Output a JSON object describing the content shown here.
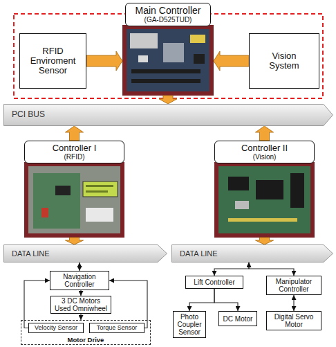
{
  "diagram": {
    "nodes": [
      {
        "text": [
          "Main Controller",
          "(GA-D525TUD)"
        ]
      },
      {
        "text": [
          "RFID Enviroment Sensor"
        ]
      },
      {
        "text": [
          "Vision System"
        ]
      },
      {
        "text": [
          "PCI BUS"
        ]
      },
      {
        "text": [
          "Controller I",
          "(RFID)"
        ]
      },
      {
        "text": [
          "Controller II",
          "(Vision)"
        ]
      },
      {
        "text": [
          "DATA LINE"
        ]
      },
      {
        "text": [
          "DATA LINE"
        ]
      },
      {
        "text": [
          "Navigation Controller"
        ]
      },
      {
        "text": [
          "3 DC Motors Used Omniwheel"
        ]
      },
      {
        "text": [
          "Motor Drive"
        ]
      },
      {
        "text": [
          "Velocity Sensor"
        ],
        "in": 10
      },
      {
        "text": [
          "Torque Sensor"
        ],
        "in": 10
      },
      {
        "text": [
          "Lift Controller"
        ]
      },
      {
        "text": [
          "Manipulator Controller"
        ]
      },
      {
        "text": [
          "Photo Coupler Sensor"
        ]
      },
      {
        "text": [
          "DC Motor"
        ]
      },
      {
        "text": [
          "Digital Servo Motor"
        ]
      }
    ],
    "edges": [
      {
        "from": 1,
        "to": 0,
        "arrow": "to"
      },
      {
        "from": 2,
        "to": 0,
        "arrow": "to"
      },
      {
        "from": 0,
        "to": 3,
        "arrow": "to"
      },
      {
        "from": 4,
        "to": 3,
        "arrow": "to"
      },
      {
        "from": 5,
        "to": 3,
        "arrow": "to"
      },
      {
        "from": 4,
        "to": 6,
        "arrow": "to"
      },
      {
        "from": 5,
        "to": 7,
        "arrow": "to"
      },
      {
        "from": 6,
        "to": 8,
        "arrow": "both"
      },
      {
        "from": 8,
        "to": 9,
        "arrow": "to"
      },
      {
        "from": 9,
        "to": 10,
        "arrow": "to"
      },
      {
        "from": 11,
        "to": 8,
        "arrow": "to"
      },
      {
        "from": 12,
        "to": 8,
        "arrow": "to"
      },
      {
        "from": 7,
        "to": 13,
        "arrow": "both"
      },
      {
        "from": 7,
        "to": 14,
        "arrow": "both"
      },
      {
        "from": 13,
        "to": 15,
        "arrow": "to"
      },
      {
        "from": 13,
        "to": 16,
        "arrow": "to"
      },
      {
        "from": 14,
        "to": 17,
        "arrow": "both"
      }
    ]
  }
}
